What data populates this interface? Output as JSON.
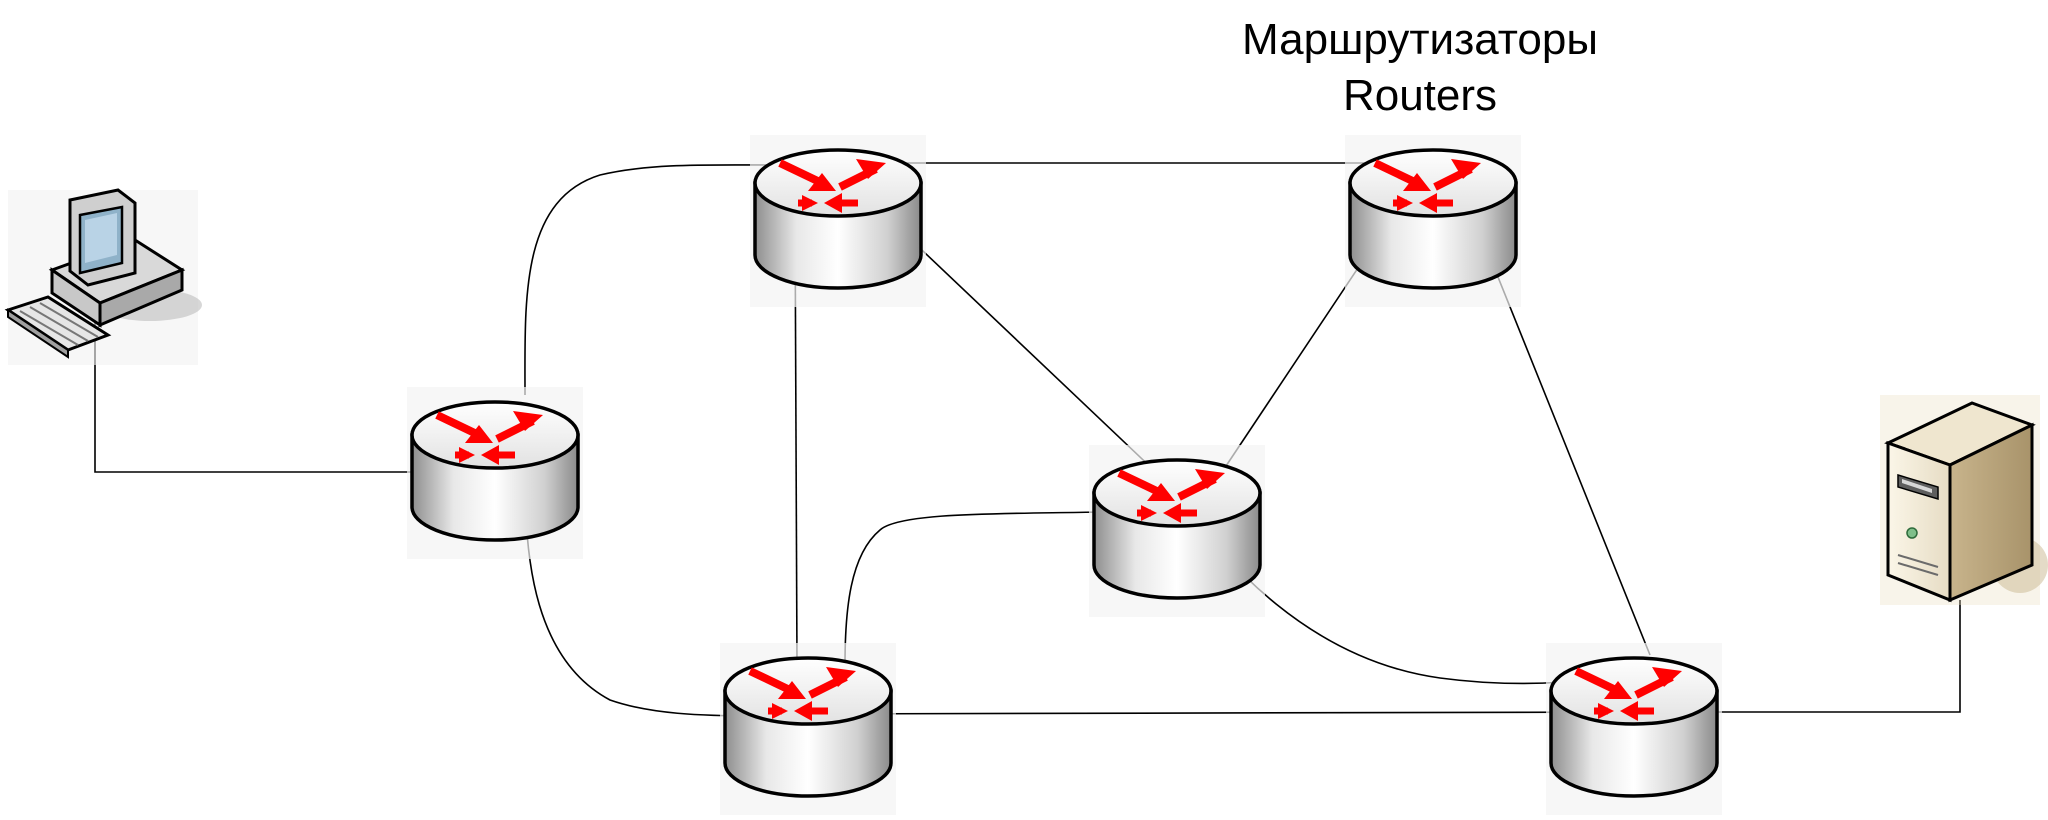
{
  "labels": {
    "routers_ru": "Маршрутизаторы",
    "routers_en": "Routers"
  },
  "colors": {
    "arrow": "#ff0000",
    "link": "#000000",
    "router_body_light": "#f2f2f2",
    "router_body_dark": "#9a9a9a",
    "server_case": "#d9ccb0"
  },
  "icons": {
    "client": "desktop-computer-icon",
    "server": "tower-server-icon",
    "router": "router-cylinder-icon"
  },
  "nodes": [
    {
      "id": "client",
      "kind": "computer"
    },
    {
      "id": "router-left",
      "kind": "router"
    },
    {
      "id": "router-top-left",
      "kind": "router"
    },
    {
      "id": "router-top-right",
      "kind": "router"
    },
    {
      "id": "router-center",
      "kind": "router"
    },
    {
      "id": "router-bottom-left",
      "kind": "router"
    },
    {
      "id": "router-bottom-right",
      "kind": "router"
    },
    {
      "id": "server",
      "kind": "server"
    }
  ],
  "links": [
    [
      "client",
      "router-left"
    ],
    [
      "router-left",
      "router-top-left"
    ],
    [
      "router-left",
      "router-bottom-left"
    ],
    [
      "router-top-left",
      "router-top-right"
    ],
    [
      "router-top-left",
      "router-bottom-left"
    ],
    [
      "router-top-left",
      "router-center"
    ],
    [
      "router-top-right",
      "router-center"
    ],
    [
      "router-top-right",
      "router-bottom-right"
    ],
    [
      "router-center",
      "router-bottom-left"
    ],
    [
      "router-center",
      "router-bottom-right"
    ],
    [
      "router-bottom-left",
      "router-bottom-right"
    ],
    [
      "router-bottom-right",
      "server"
    ]
  ]
}
